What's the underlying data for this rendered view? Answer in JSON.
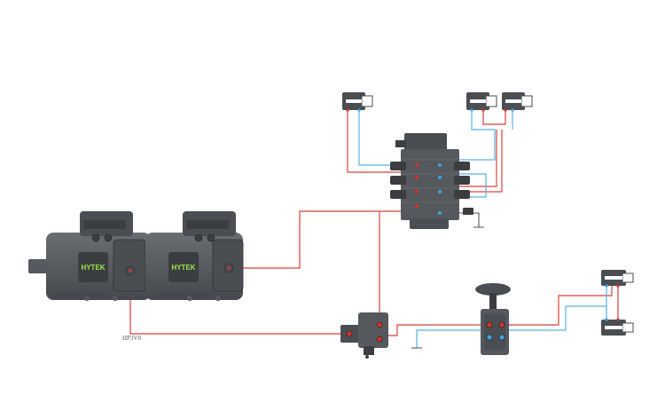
{
  "diagram": {
    "pumps": [
      {
        "brand": "HYTEK"
      },
      {
        "brand": "HYTEK"
      }
    ],
    "caption": "HP3V0",
    "colors": {
      "pressure_line": "#e0413a",
      "return_line": "#56b4e6",
      "pump_body": "#55585c",
      "pump_dark": "#3b3d40",
      "brand_text": "#9ee84e",
      "cylinder_body": "#4a4d51",
      "cylinder_cap": "#ffffff",
      "port_red": "#d8312b",
      "port_blue": "#3fa3e0"
    }
  }
}
